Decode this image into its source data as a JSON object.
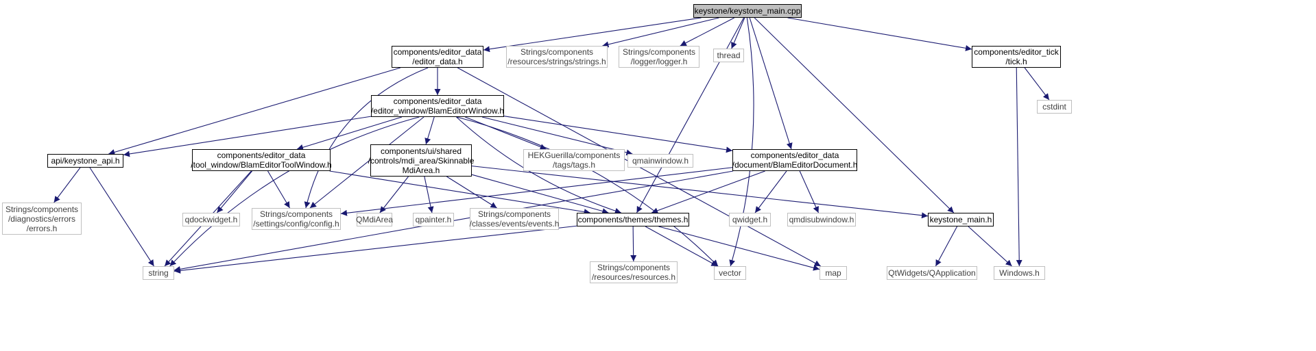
{
  "diagram": {
    "edge_color": "#191970",
    "nodes": [
      {
        "id": "root",
        "lines": [
          "keystone/keystone_main.cpp"
        ],
        "style": "root"
      },
      {
        "id": "editor_data_h",
        "lines": [
          "components/editor_data",
          "/editor_data.h"
        ],
        "style": "documented"
      },
      {
        "id": "strings_h",
        "lines": [
          "Strings/components",
          "/resources/strings/strings.h"
        ],
        "style": "external"
      },
      {
        "id": "logger_h",
        "lines": [
          "Strings/components",
          "/logger/logger.h"
        ],
        "style": "external"
      },
      {
        "id": "thread",
        "lines": [
          "thread"
        ],
        "style": "external"
      },
      {
        "id": "tick_h",
        "lines": [
          "components/editor_tick",
          "/tick.h"
        ],
        "style": "documented"
      },
      {
        "id": "cstdint",
        "lines": [
          "cstdint"
        ],
        "style": "external"
      },
      {
        "id": "blam_window_h",
        "lines": [
          "components/editor_data",
          "/editor_window/BlamEditorWindow.h"
        ],
        "style": "documented"
      },
      {
        "id": "keystone_api_h",
        "lines": [
          "api/keystone_api.h"
        ],
        "style": "documented"
      },
      {
        "id": "tool_window_h",
        "lines": [
          "components/editor_data",
          "/tool_window/BlamEditorToolWindow.h"
        ],
        "style": "documented"
      },
      {
        "id": "mdi_area_h",
        "lines": [
          "components/ui/shared",
          "/controls/mdi_area/Skinnable",
          "MdiArea.h"
        ],
        "style": "documented"
      },
      {
        "id": "tags_h",
        "lines": [
          "HEKGuerilla/components",
          "/tags/tags.h"
        ],
        "style": "external"
      },
      {
        "id": "qmainwindow_h",
        "lines": [
          "qmainwindow.h"
        ],
        "style": "external"
      },
      {
        "id": "document_h",
        "lines": [
          "components/editor_data",
          "/document/BlamEditorDocument.h"
        ],
        "style": "documented"
      },
      {
        "id": "errors_h",
        "lines": [
          "Strings/components",
          "/diagnostics/errors",
          "/errors.h"
        ],
        "style": "external"
      },
      {
        "id": "qdockwidget_h",
        "lines": [
          "qdockwidget.h"
        ],
        "style": "external"
      },
      {
        "id": "config_h",
        "lines": [
          "Strings/components",
          "/settings/config/config.h"
        ],
        "style": "external"
      },
      {
        "id": "qmdiarea",
        "lines": [
          "QMdiArea"
        ],
        "style": "external"
      },
      {
        "id": "qpainter_h",
        "lines": [
          "qpainter.h"
        ],
        "style": "external"
      },
      {
        "id": "events_h",
        "lines": [
          "Strings/components",
          "/classes/events/events.h"
        ],
        "style": "external"
      },
      {
        "id": "themes_h",
        "lines": [
          "components/themes/themes.h"
        ],
        "style": "documented"
      },
      {
        "id": "qwidget_h",
        "lines": [
          "qwidget.h"
        ],
        "style": "external"
      },
      {
        "id": "qmdisubwindow_h",
        "lines": [
          "qmdisubwindow.h"
        ],
        "style": "external"
      },
      {
        "id": "keystone_main_h",
        "lines": [
          "keystone_main.h"
        ],
        "style": "documented"
      },
      {
        "id": "string",
        "lines": [
          "string"
        ],
        "style": "external"
      },
      {
        "id": "resources_h",
        "lines": [
          "Strings/components",
          "/resources/resources.h"
        ],
        "style": "external"
      },
      {
        "id": "vector",
        "lines": [
          "vector"
        ],
        "style": "external"
      },
      {
        "id": "map",
        "lines": [
          "map"
        ],
        "style": "external"
      },
      {
        "id": "qapplication",
        "lines": [
          "QtWidgets/QApplication"
        ],
        "style": "external"
      },
      {
        "id": "windows_h",
        "lines": [
          "Windows.h"
        ],
        "style": "external"
      }
    ],
    "edges": [
      [
        "root",
        "editor_data_h"
      ],
      [
        "root",
        "strings_h"
      ],
      [
        "root",
        "logger_h"
      ],
      [
        "root",
        "thread"
      ],
      [
        "root",
        "tick_h"
      ],
      [
        "root",
        "themes_h"
      ],
      [
        "root",
        "document_h"
      ],
      [
        "root",
        "keystone_main_h"
      ],
      [
        "root",
        "vector"
      ],
      [
        "editor_data_h",
        "blam_window_h"
      ],
      [
        "editor_data_h",
        "keystone_api_h"
      ],
      [
        "editor_data_h",
        "config_h"
      ],
      [
        "editor_data_h",
        "map"
      ],
      [
        "tick_h",
        "cstdint"
      ],
      [
        "tick_h",
        "windows_h"
      ],
      [
        "blam_window_h",
        "keystone_api_h"
      ],
      [
        "blam_window_h",
        "tool_window_h"
      ],
      [
        "blam_window_h",
        "mdi_area_h"
      ],
      [
        "blam_window_h",
        "tags_h"
      ],
      [
        "blam_window_h",
        "qmainwindow_h"
      ],
      [
        "blam_window_h",
        "document_h"
      ],
      [
        "blam_window_h",
        "config_h"
      ],
      [
        "blam_window_h",
        "themes_h"
      ],
      [
        "blam_window_h",
        "string"
      ],
      [
        "blam_window_h",
        "vector"
      ],
      [
        "keystone_api_h",
        "errors_h"
      ],
      [
        "keystone_api_h",
        "string"
      ],
      [
        "tool_window_h",
        "qdockwidget_h"
      ],
      [
        "tool_window_h",
        "config_h"
      ],
      [
        "tool_window_h",
        "themes_h"
      ],
      [
        "tool_window_h",
        "string"
      ],
      [
        "mdi_area_h",
        "qmdiarea"
      ],
      [
        "mdi_area_h",
        "qpainter_h"
      ],
      [
        "mdi_area_h",
        "events_h"
      ],
      [
        "mdi_area_h",
        "themes_h"
      ],
      [
        "mdi_area_h",
        "keystone_main_h"
      ],
      [
        "document_h",
        "config_h"
      ],
      [
        "document_h",
        "themes_h"
      ],
      [
        "document_h",
        "qwidget_h"
      ],
      [
        "document_h",
        "qmdisubwindow_h"
      ],
      [
        "document_h",
        "string"
      ],
      [
        "themes_h",
        "string"
      ],
      [
        "themes_h",
        "resources_h"
      ],
      [
        "themes_h",
        "vector"
      ],
      [
        "themes_h",
        "map"
      ],
      [
        "keystone_main_h",
        "qapplication"
      ],
      [
        "keystone_main_h",
        "windows_h"
      ]
    ]
  }
}
